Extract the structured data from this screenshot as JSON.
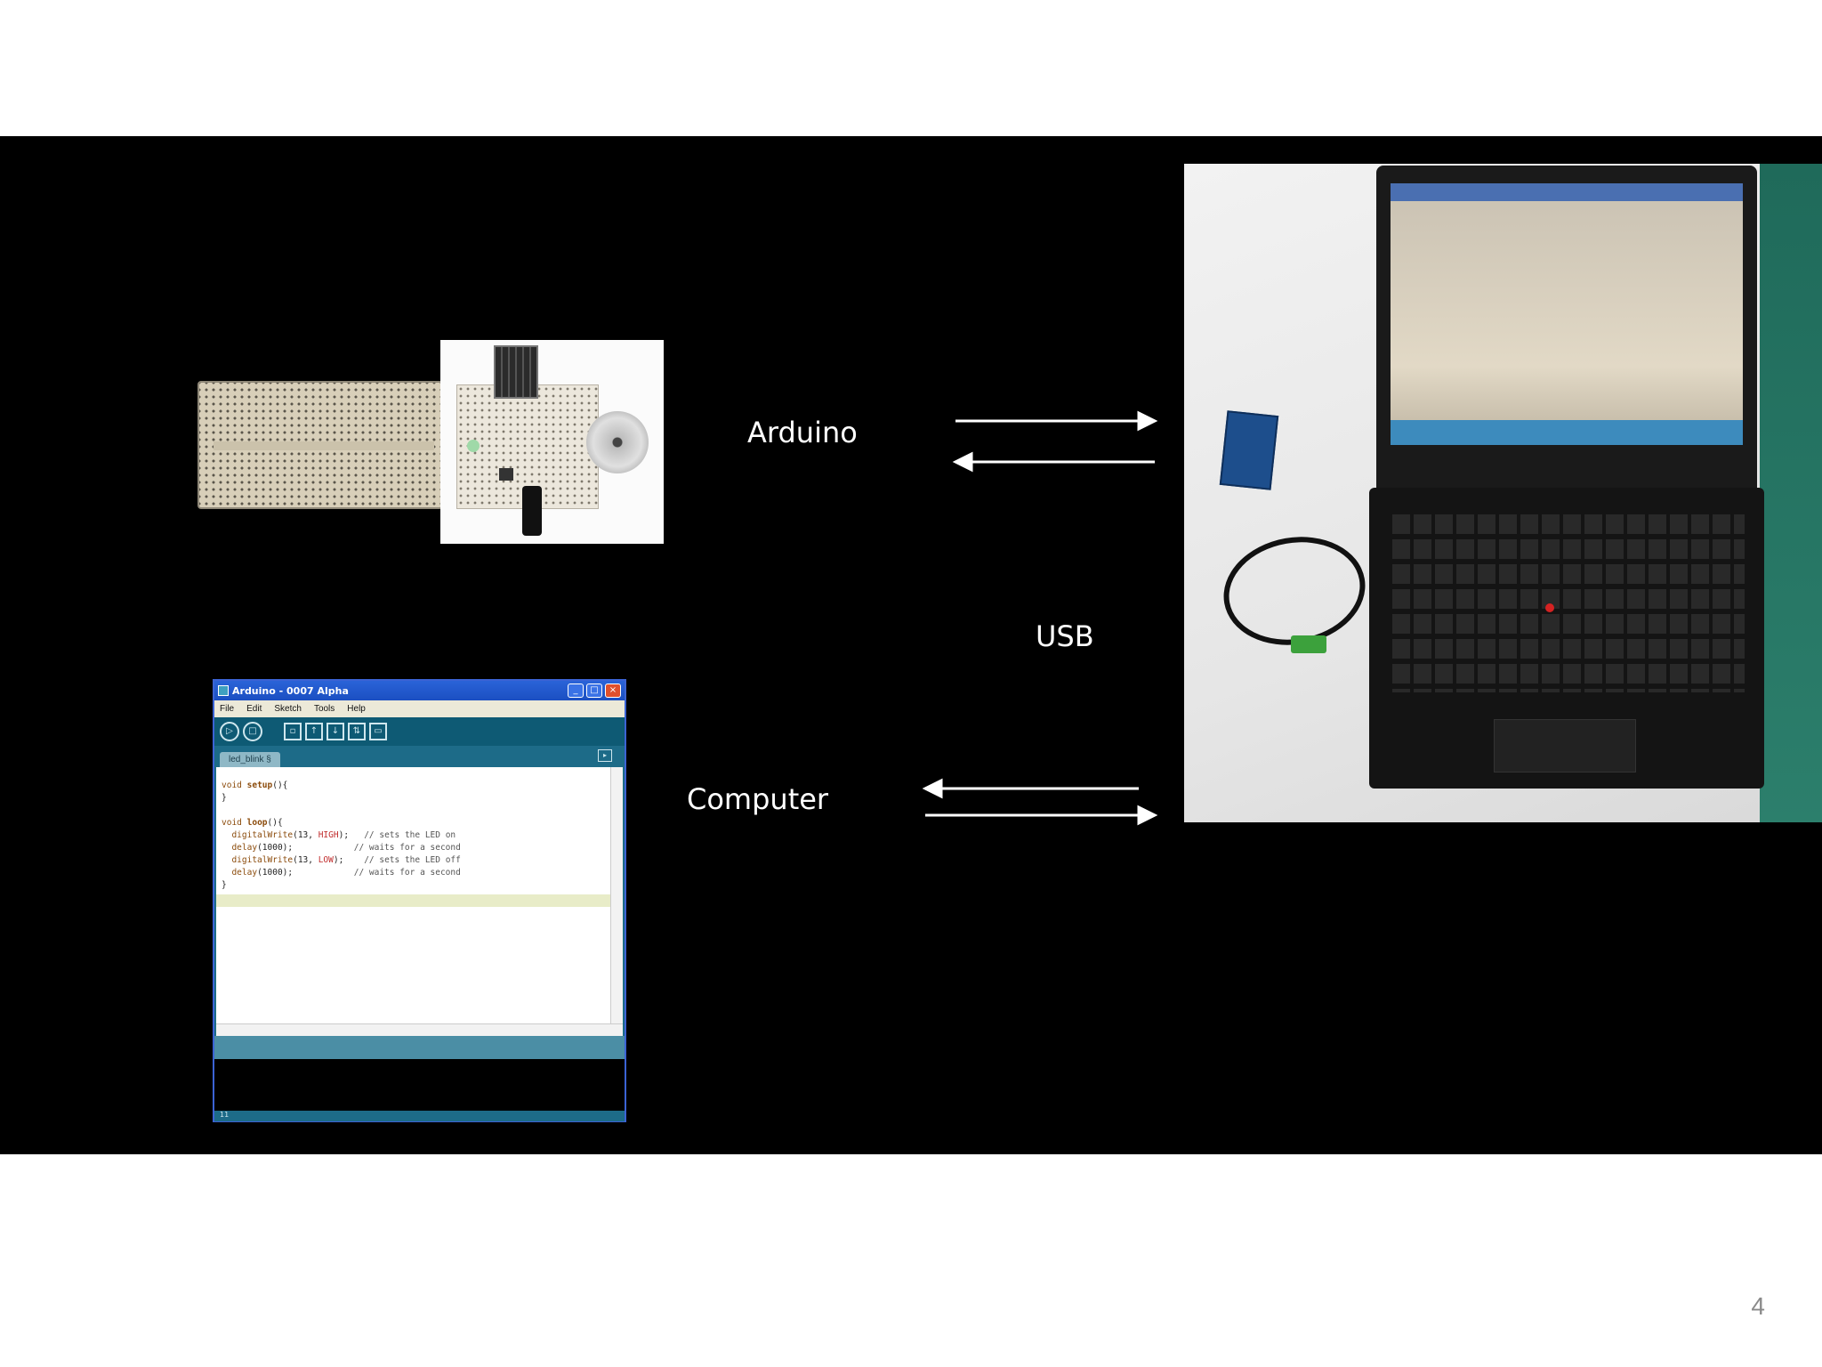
{
  "diagram": {
    "labels": {
      "arduino": "Arduino",
      "usb": "USB",
      "computer": "Computer"
    },
    "page_number": "4"
  },
  "ide": {
    "title": "Arduino - 0007 Alpha",
    "menu": [
      "File",
      "Edit",
      "Sketch",
      "Tools",
      "Help"
    ],
    "tab": "led_blink §",
    "footer": "11",
    "code": {
      "setup": "setup",
      "loop": "loop",
      "comment_on": "// sets the LED on",
      "comment_wait1": "// waits for a second",
      "comment_off": "// sets the LED off",
      "comment_wait2": "// waits for a second"
    }
  },
  "colors": {
    "background": "#000000",
    "slide": "#ffffff",
    "label_text": "#ffffff",
    "arrow": "#ffffff",
    "ide_teal": "#1d6b88"
  },
  "icons": [
    "run-icon",
    "stop-icon",
    "new-icon",
    "open-icon",
    "save-icon",
    "export-icon",
    "serial-monitor-icon"
  ]
}
